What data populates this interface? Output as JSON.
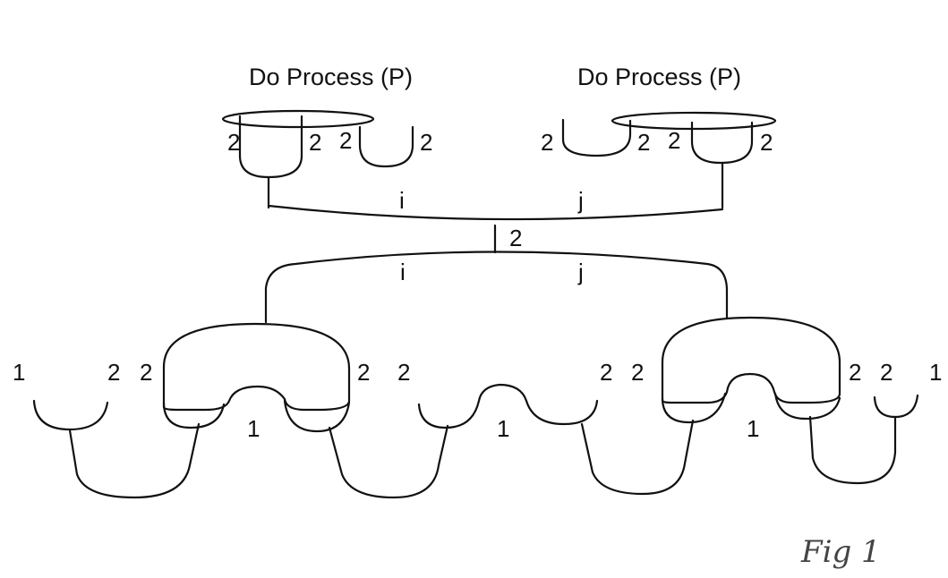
{
  "titles": {
    "left": "Do Process (P)",
    "right": "Do Process (P)"
  },
  "labels": {
    "two": "2",
    "one": "1",
    "i": "i",
    "j": "j"
  },
  "figure_caption": "Fig 1",
  "colors": {
    "ink": "#111111",
    "background": "#ffffff"
  }
}
